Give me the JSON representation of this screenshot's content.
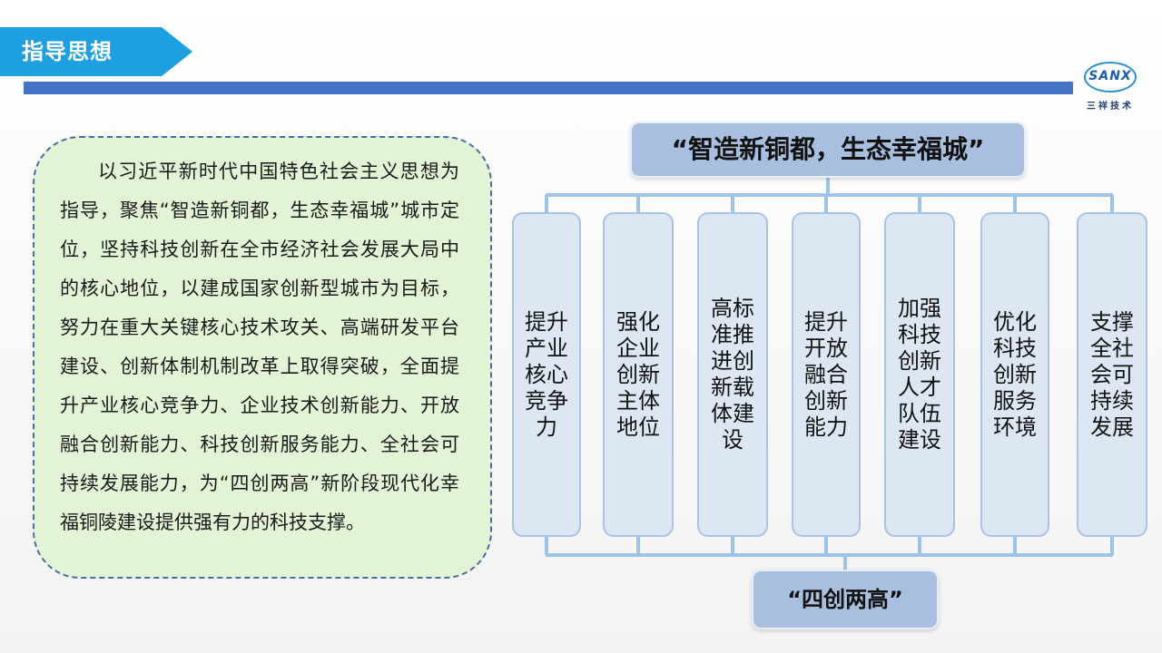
{
  "header": {
    "title": "指导思想"
  },
  "logo": {
    "name": "SANX",
    "subtitle": "三祥技术"
  },
  "main_text": "以习近平新时代中国特色社会主义思想为指导，聚焦“智造新铜都，生态幸福城”城市定位，坚持科技创新在全市经济社会发展大局中的核心地位，以建成国家创新型城市为目标，努力在重大关键核心技术攻关、高端研发平台建设、创新体制机制改革上取得突破，全面提升产业核心竞争力、企业技术创新能力、开放融合创新能力、科技创新服务能力、全社会可持续发展能力，为“四创两高”新阶段现代化幸福铜陵建设提供强有力的科技支撑。",
  "diagram": {
    "top_label": "“智造新铜都，生态幸福城”",
    "bottom_label": "“四创两高”",
    "columns": [
      {
        "label": "提升产业核心竞争力"
      },
      {
        "label": "强化企业创新主体地位"
      },
      {
        "label": "高标准推进创新载体建设"
      },
      {
        "label": "提升开放融合创新能力"
      },
      {
        "label": "加强科技创新人才队伍建设"
      },
      {
        "label": "优化科技创新服务环境"
      },
      {
        "label": "支撑全社会可持续发展"
      }
    ],
    "colors": {
      "node_fill": "#a9bfe0",
      "column_fill": "#dde6f3",
      "connector": "#9dc3e6",
      "panel_fill": "#e3f3d6",
      "header_blue": "#1e9fe0",
      "bar_blue": "#4472c4"
    }
  }
}
